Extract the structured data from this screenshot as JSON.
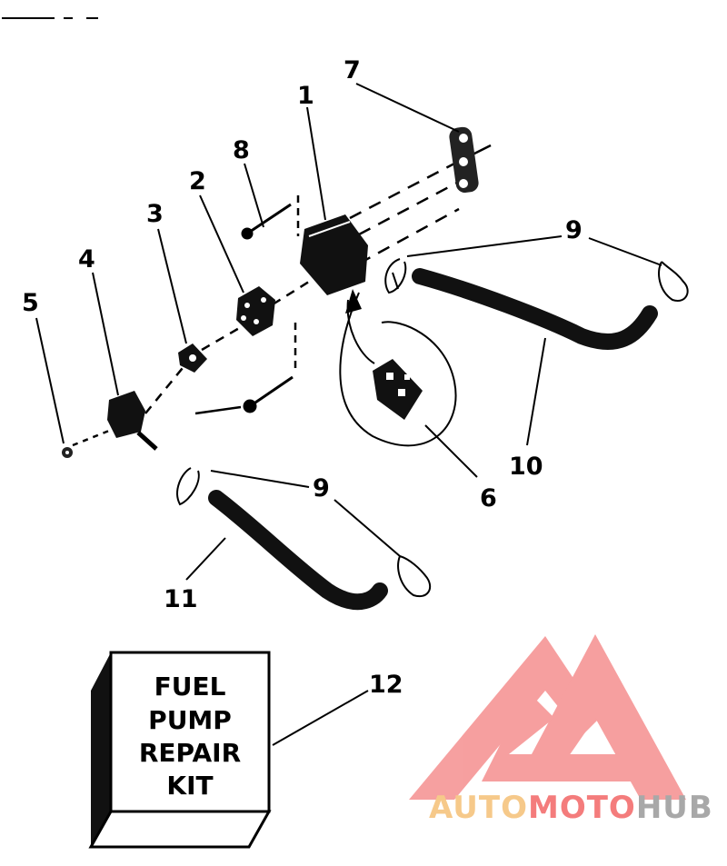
{
  "callouts": [
    {
      "id": "1",
      "text": "1"
    },
    {
      "id": "2",
      "text": "2"
    },
    {
      "id": "3",
      "text": "3"
    },
    {
      "id": "4",
      "text": "4"
    },
    {
      "id": "5",
      "text": "5"
    },
    {
      "id": "6",
      "text": "6"
    },
    {
      "id": "7",
      "text": "7"
    },
    {
      "id": "8",
      "text": "8"
    },
    {
      "id": "9a",
      "text": "9"
    },
    {
      "id": "9b",
      "text": "9"
    },
    {
      "id": "10",
      "text": "10"
    },
    {
      "id": "11",
      "text": "11"
    },
    {
      "id": "12",
      "text": "12"
    }
  ],
  "kit_box": {
    "lines": [
      "FUEL",
      "PUMP",
      "REPAIR",
      "KIT"
    ]
  },
  "watermark": {
    "parts": [
      "AUTO",
      "MOTO",
      "HUB"
    ],
    "colors": {
      "auto": "#f6c98a",
      "moto": "#f47c7c",
      "hub": "#a8a8a8",
      "logo": "#f58f8f"
    }
  }
}
